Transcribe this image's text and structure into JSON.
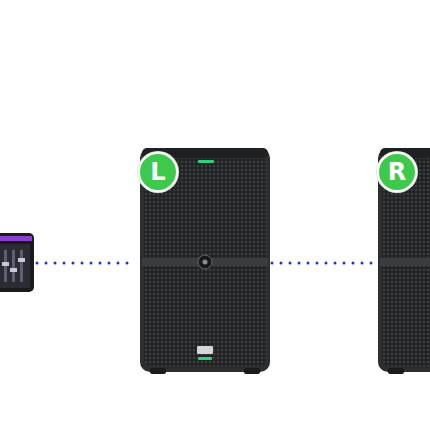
{
  "diagram": {
    "nodes": [
      {
        "text": [
          "L"
        ]
      },
      {
        "text": [
          "R"
        ]
      }
    ],
    "edges": [
      {
        "from": 0,
        "to": 1,
        "arrow": "none"
      }
    ]
  }
}
